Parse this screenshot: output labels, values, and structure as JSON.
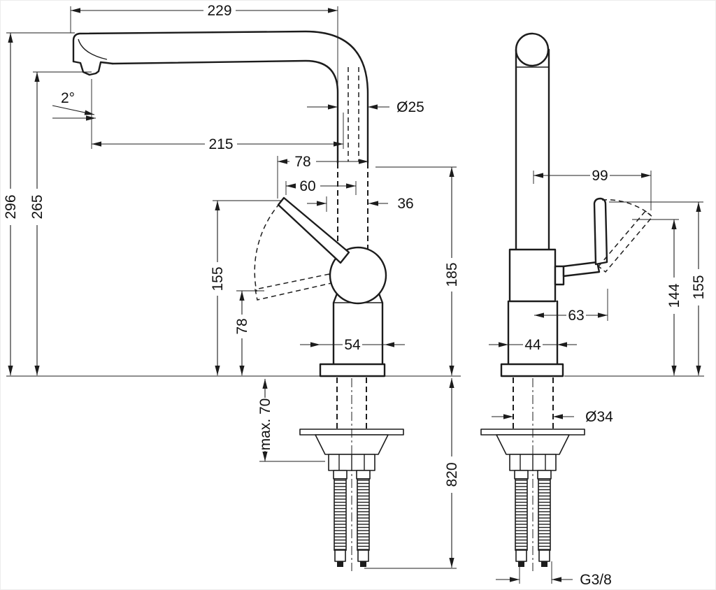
{
  "colors": {
    "line": "#1c1c1c",
    "background": "#ffffff"
  },
  "dims": {
    "left": {
      "total_width": "229",
      "spout_angle": "2°",
      "spout_diameter": "Ø25",
      "reach": "215",
      "offset_78": "78",
      "offset_60": "60",
      "offset_36": "36",
      "height_296": "296",
      "height_265": "265",
      "height_155": "155",
      "height_78": "78",
      "base_width": "54",
      "height_185": "185",
      "max_counter": "max. 70",
      "hose_length": "820"
    },
    "right": {
      "lever_reach": "99",
      "handle_offset": "63",
      "body_width": "44",
      "height_144": "144",
      "height_155": "155",
      "shank_diameter": "Ø34",
      "thread": "G3/8"
    }
  }
}
